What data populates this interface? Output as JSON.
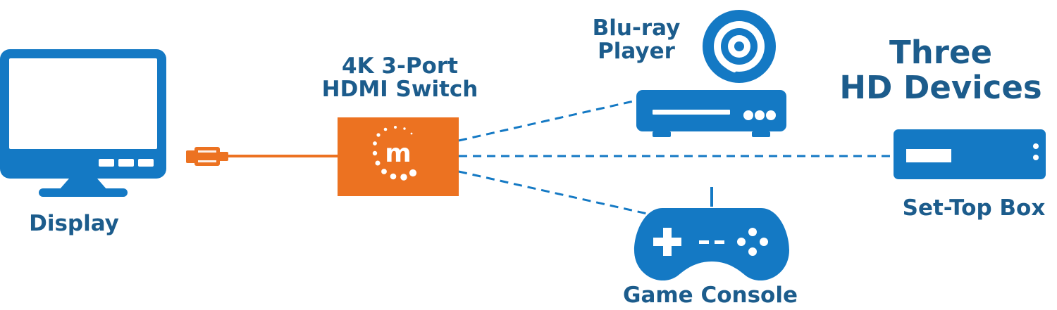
{
  "colors": {
    "device_blue": "#1479c4",
    "label_blue": "#1c5c8c",
    "switch_orange": "#ec7221",
    "white": "#ffffff"
  },
  "labels": {
    "display": "Display",
    "switch_line1": "4K 3-Port",
    "switch_line2": "HDMI Switch",
    "bluray_line1": "Blu-ray",
    "bluray_line2": "Player",
    "heading_line1": "Three",
    "heading_line2": "HD Devices",
    "settop": "Set-Top Box",
    "game_console": "Game Console"
  },
  "switch_logo": {
    "letter": "m"
  },
  "icons": {
    "display": "monitor-icon",
    "cable": "hdmi-plug-icon",
    "bluray": "disc-icon",
    "bluray_device": "bluray-player-icon",
    "settop": "set-top-box-icon",
    "game": "gamepad-icon"
  }
}
